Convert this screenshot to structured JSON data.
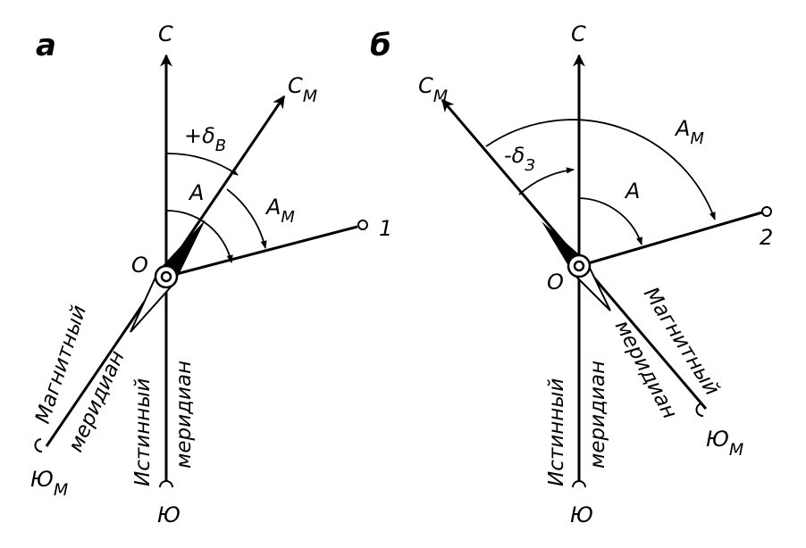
{
  "panel_a": {
    "panel_label": "а",
    "north": "С",
    "south": "Ю",
    "magnetic_north": "С",
    "magnetic_north_sub": "М",
    "magnetic_south": "Ю",
    "magnetic_south_sub": "М",
    "center": "О",
    "point": "1",
    "declination": "+δ",
    "declination_sub": "В",
    "azimuth_true": "А",
    "azimuth_magnetic": "А",
    "azimuth_magnetic_sub": "М",
    "true_meridian_1": "Истинный",
    "true_meridian_2": "меридиан",
    "magnetic_meridian_1": "Магнитный",
    "magnetic_meridian_2": "меридиан"
  },
  "panel_b": {
    "panel_label": "б",
    "north": "С",
    "south": "Ю",
    "magnetic_north": "С",
    "magnetic_north_sub": "М",
    "magnetic_south": "Ю",
    "magnetic_south_sub": "М",
    "center": "О",
    "point": "2",
    "declination": "-δ",
    "declination_sub": "З",
    "azimuth_true": "А",
    "azimuth_magnetic": "А",
    "azimuth_magnetic_sub": "М",
    "true_meridian_1": "Истинный",
    "true_meridian_2": "меридиан",
    "magnetic_meridian_1": "Магнитный",
    "magnetic_meridian_2": "меридиан"
  }
}
